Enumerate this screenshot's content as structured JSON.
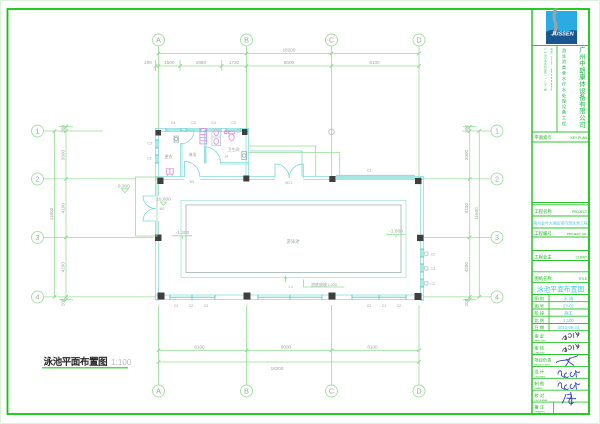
{
  "drawing": {
    "title": "泳池平面布置图",
    "scale": "1:100",
    "grid_letters": [
      "A",
      "B",
      "C",
      "D"
    ],
    "grid_numbers": [
      "1",
      "2",
      "3",
      "4"
    ],
    "dim_top_overall": "18200",
    "dim_top_segments": [
      "200",
      "1500",
      "2880",
      "1720",
      "6000",
      "6100"
    ],
    "dim_bottom_segments": [
      "6100",
      "6000",
      "6100"
    ],
    "dim_bottom_overall": "18200",
    "dim_side_segments": [
      "300",
      "3300",
      "4100",
      "4200",
      "200"
    ],
    "dim_side_overall": "11600",
    "levels": {
      "outside": "-0.300",
      "entrance": "±0.000",
      "pool_shallow": "-1.200",
      "pool_deep": "-1.800"
    },
    "pool_label": "游泳池",
    "slope_note": "池底放坡1:200",
    "slope_ratio": "1:4",
    "rooms": {
      "changing": "更衣",
      "shower": "淋浴",
      "toilet": "卫生间",
      "code": "S4"
    },
    "doors": {
      "m1": "M1",
      "m2": "M2",
      "mc1": "MC1"
    },
    "windows": {
      "c1": "C1",
      "c2": "C2",
      "c3": "C3",
      "c4": "C4"
    }
  },
  "title_block": {
    "logo_text": "JUSSEN",
    "company_name": "广州中朗康体设备有限公司",
    "company_slogan": "游泳池桑拿水疗水处理设备工程",
    "company_contact1": "广州市白云区机场路一一八号三楼",
    "company_contact2": "电话：020-86088888",
    "key_plan_label": "平面索引",
    "key_plan_en": "KEY PLAN",
    "project_label": "工程名称",
    "project_en": "PROJECT",
    "project_name": "梅州金叶大酒店室内游泳池工程",
    "project_no_label": "工程编号",
    "project_no_en": "PROJECT NO.",
    "client_label": "工程业主",
    "client_en": "CLIENT",
    "title_label": "图纸名称",
    "title_en": "TITLE",
    "drawing_title": "泳池平面布置图",
    "info_rows": [
      {
        "label": "图 别",
        "value": "水 施"
      },
      {
        "label": "图 号",
        "value": "ZY-02"
      },
      {
        "label": "阶 段",
        "value": "施工"
      },
      {
        "label": "比 例",
        "value": "1:100"
      },
      {
        "label": "日 期",
        "value": "2013-09-24"
      }
    ],
    "sign_rows": [
      {
        "label": "审 定",
        "en": "APPROVED"
      },
      {
        "label": "审 核",
        "en": "CHECKED"
      },
      {
        "label": "项目负责",
        "en": "PROJECT MGR"
      },
      {
        "label": "设 计",
        "en": "DESIGNED"
      },
      {
        "label": "制 图",
        "en": "DRAWN"
      },
      {
        "label": "校 对",
        "en": "PROOFREAD"
      },
      {
        "label": "备 注",
        "en": "REMARKS"
      }
    ]
  },
  "colors": {
    "frame_green": "#0bc80b",
    "light_green": "#98dd98",
    "dim_text": "#98a898",
    "wall_cyan": "#86dbd8",
    "window_cyan": "#49cfcb",
    "pool_outer": "#bfeadf",
    "pool_inner": "#a9bdb5",
    "magenta": "#dd8edd",
    "column_dark": "#3f3f3f",
    "gray_text": "#9aa4a4",
    "blue_value": "#49c8e6",
    "logo_blue": "#2aabe4",
    "logo_dark_blue": "#17568e"
  }
}
